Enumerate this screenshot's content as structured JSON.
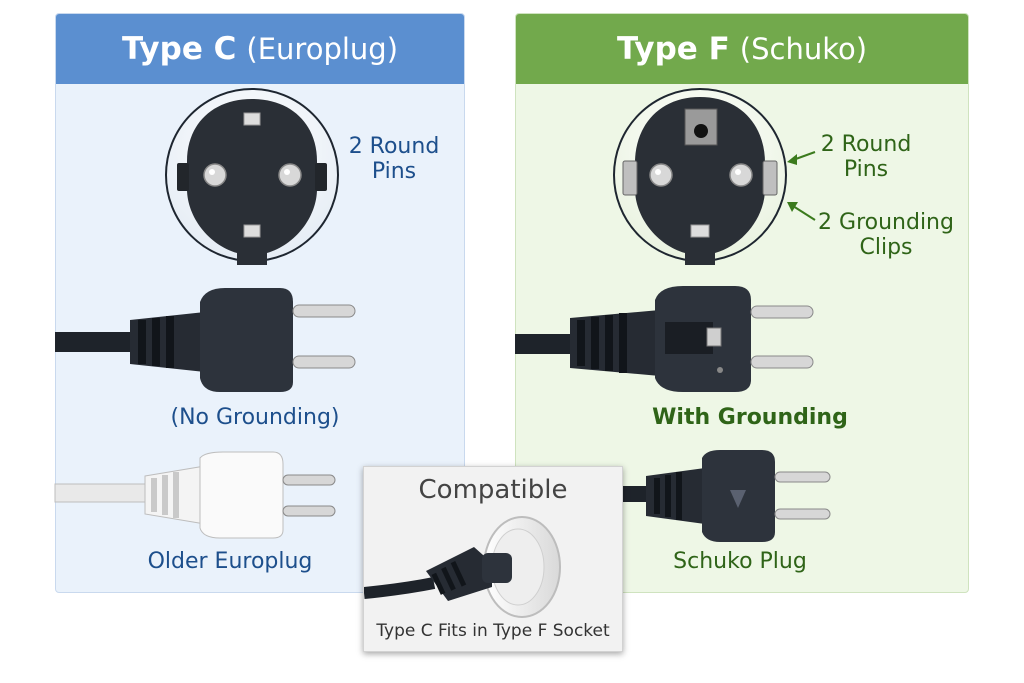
{
  "type_c": {
    "title_bold": "Type C",
    "title_rest": "(Europlug)",
    "pins_line1": "2 Round",
    "pins_line2": "Pins",
    "grounding_label": "(No Grounding)",
    "older_label": "Older Europlug",
    "accent_color": "#5b8fd0"
  },
  "type_f": {
    "title_bold": "Type F",
    "title_rest": "(Schuko)",
    "pins_line1": "2 Round",
    "pins_line2": "Pins",
    "clips_line1": "2 Grounding",
    "clips_line2": "Clips",
    "grounding_label": "With Grounding",
    "schuko_label": "Schuko Plug",
    "accent_color": "#72a94c"
  },
  "compatibility": {
    "title": "Compatible",
    "caption": "Type C Fits in Type F Socket"
  }
}
